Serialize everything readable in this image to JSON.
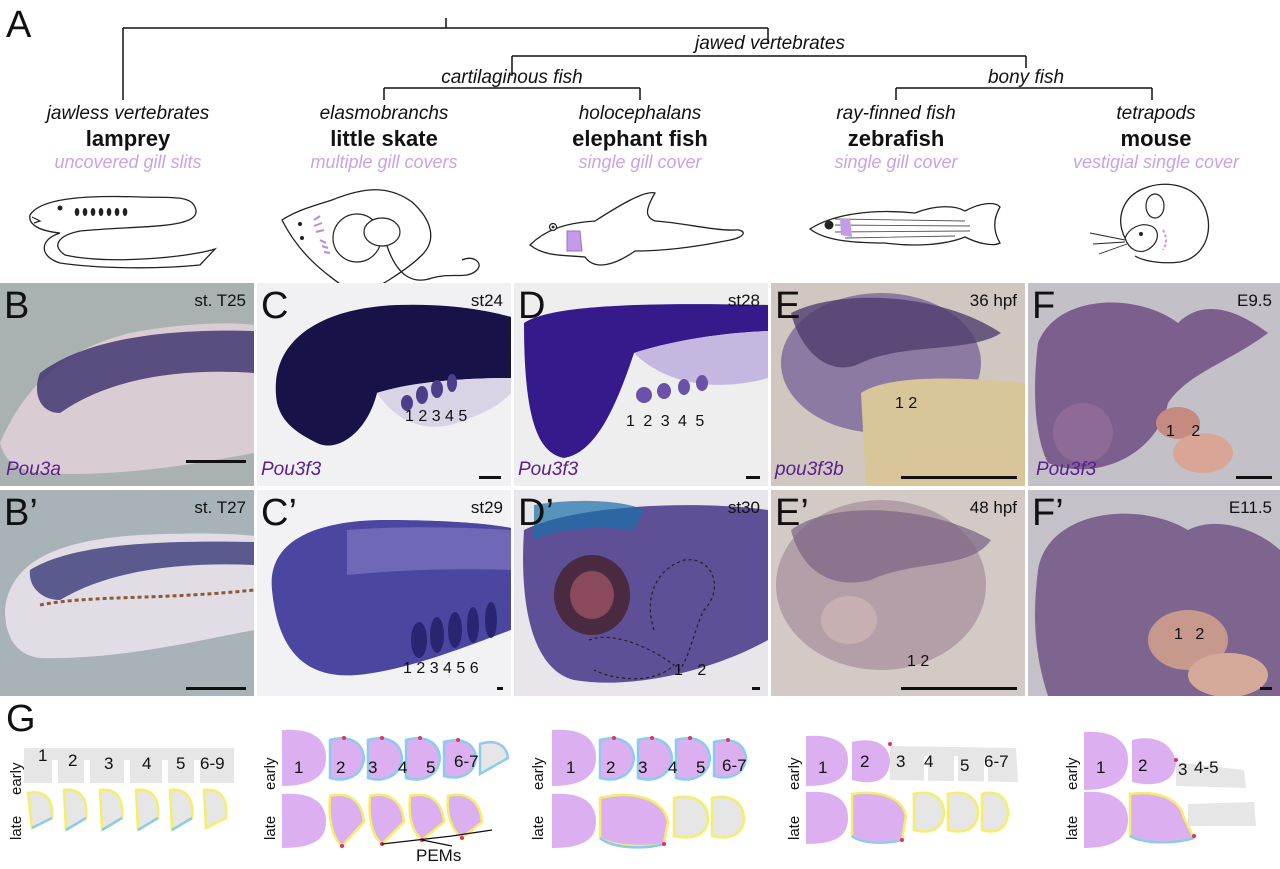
{
  "panel_A": {
    "letter": "A",
    "clade_labels": {
      "jawed": "jawed vertebrates",
      "cartilaginous": "cartilaginous fish",
      "bony": "bony fish"
    },
    "taxa": [
      {
        "group": "jawless vertebrates",
        "species": "lamprey",
        "trait": "uncovered gill slits"
      },
      {
        "group": "elasmobranchs",
        "species": "little skate",
        "trait": "multiple gill covers"
      },
      {
        "group": "holocephalans",
        "species": "elephant fish",
        "trait": "single gill cover"
      },
      {
        "group": "ray-finned fish",
        "species": "zebrafish",
        "trait": "single gill cover"
      },
      {
        "group": "tetrapods",
        "species": "mouse",
        "trait": "vestigial single cover"
      }
    ]
  },
  "photos": [
    {
      "letter": "B",
      "stage": "st. T25",
      "gene": "Pou3a",
      "arches": "",
      "bg": "#a9b2b1"
    },
    {
      "letter": "C",
      "stage": "st24",
      "gene": "Pou3f3",
      "arches": "1 2 3 4 5",
      "bg": "#f1f1f3"
    },
    {
      "letter": "D",
      "stage": "st28",
      "gene": "Pou3f3",
      "arches": "1 2 3 4 5",
      "bg": "#eeeeee"
    },
    {
      "letter": "E",
      "stage": "36 hpf",
      "gene": "pou3f3b",
      "arches": "1 2",
      "bg": "#cfc7c0"
    },
    {
      "letter": "F",
      "stage": "E9.5",
      "gene": "Pou3f3",
      "arches": "1 2",
      "bg": "#c3c0c8"
    },
    {
      "letter": "B’",
      "stage": "st. T27",
      "gene": "",
      "arches": "",
      "bg": "#a8b3b8"
    },
    {
      "letter": "C’",
      "stage": "st29",
      "gene": "",
      "arches": "1 2 3 4 5 6",
      "bg": "#f2f2f4"
    },
    {
      "letter": "D’",
      "stage": "st30",
      "gene": "",
      "arches": "1 2",
      "bg": "#e8e6ea"
    },
    {
      "letter": "E’",
      "stage": "48 hpf",
      "gene": "",
      "arches": "1 2",
      "bg": "#d3cac5"
    },
    {
      "letter": "F’",
      "stage": "E11.5",
      "gene": "",
      "arches": "1 2",
      "bg": "#c4c1c8"
    }
  ],
  "panel_G": {
    "letter": "G",
    "row_labels": {
      "early": "early",
      "late": "late"
    },
    "schematics": [
      {
        "numbers": [
          "1",
          "2",
          "3",
          "4",
          "5",
          "6-9"
        ]
      },
      {
        "numbers": [
          "1",
          "2",
          "3",
          "4",
          "5",
          "6-7"
        ]
      },
      {
        "numbers": [
          "1",
          "2",
          "3",
          "4",
          "5",
          "6-7"
        ]
      },
      {
        "numbers": [
          "1",
          "2",
          "3",
          "4",
          "5",
          "6-7"
        ]
      },
      {
        "numbers": [
          "1",
          "2",
          "3",
          "4-5"
        ]
      }
    ],
    "pems_label": "PEMs"
  },
  "colors": {
    "trait_purple": "#c9a3e6",
    "gene_purple": "#5a1f8f",
    "arch_fill": "#dcb0f0",
    "yellow_outline": "#f5ee6a",
    "blue_outline": "#8ccbec",
    "pem_dot": "#e0306a"
  }
}
